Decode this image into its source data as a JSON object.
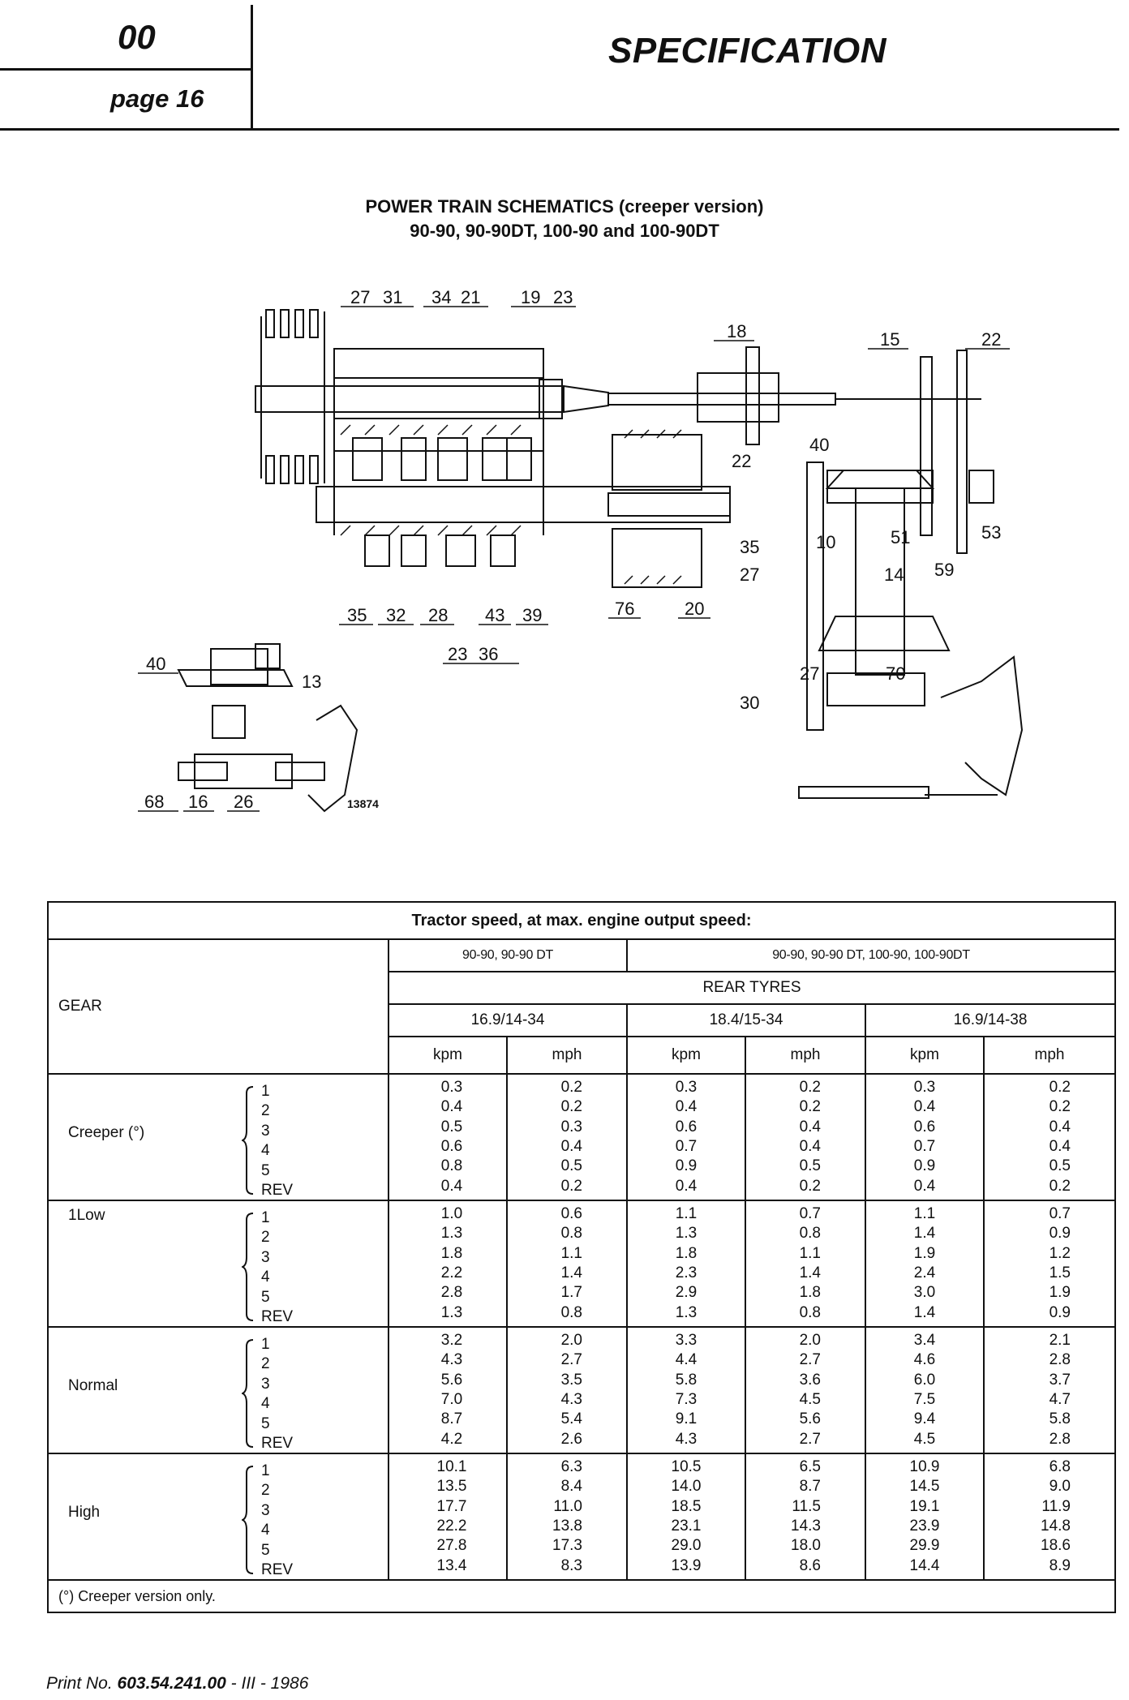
{
  "header": {
    "section": "00",
    "page": "page 16",
    "title": "SPECIFICATION"
  },
  "diagram": {
    "title_line1": "POWER TRAIN SCHEMATICS (creeper version)",
    "title_line2": "90-90, 90-90DT, 100-90 and 100-90DT",
    "figure_number": "13874",
    "callouts_top": [
      "27",
      "31",
      "34",
      "21",
      "19",
      "23",
      "18",
      "15",
      "22"
    ],
    "callouts_mid": [
      "40",
      "22",
      "10",
      "51",
      "53",
      "35",
      "27",
      "14",
      "59"
    ],
    "callouts_bottom": [
      "35",
      "32",
      "28",
      "43",
      "39",
      "76",
      "20",
      "23",
      "36",
      "27",
      "70",
      "30"
    ],
    "callouts_inset": [
      "40",
      "13",
      "68",
      "16",
      "26"
    ]
  },
  "table": {
    "title": "Tractor speed, at max. engine output speed:",
    "gear_header": "GEAR",
    "model_groups": [
      "90-90, 90-90 DT",
      "90-90, 90-90 DT, 100-90, 100-90DT"
    ],
    "rear_tyres": "REAR TYRES",
    "tyres": [
      "16.9/14-34",
      "18.4/15-34",
      "16.9/14-38"
    ],
    "units": [
      "kpm",
      "mph",
      "kpm",
      "mph",
      "kpm",
      "mph"
    ],
    "gear_steps": [
      "1",
      "2",
      "3",
      "4",
      "5",
      "REV"
    ],
    "groups": [
      {
        "name": "Creeper (°)",
        "cols": [
          [
            "0.3",
            "0.4",
            "0.5",
            "0.6",
            "0.8",
            "0.4"
          ],
          [
            "0.2",
            "0.2",
            "0.3",
            "0.4",
            "0.5",
            "0.2"
          ],
          [
            "0.3",
            "0.4",
            "0.6",
            "0.7",
            "0.9",
            "0.4"
          ],
          [
            "0.2",
            "0.2",
            "0.4",
            "0.4",
            "0.5",
            "0.2"
          ],
          [
            "0.3",
            "0.4",
            "0.6",
            "0.7",
            "0.9",
            "0.4"
          ],
          [
            "0.2",
            "0.2",
            "0.4",
            "0.4",
            "0.5",
            "0.2"
          ]
        ]
      },
      {
        "name": "1Low",
        "cols": [
          [
            "1.0",
            "1.3",
            "1.8",
            "2.2",
            "2.8",
            "1.3"
          ],
          [
            "0.6",
            "0.8",
            "1.1",
            "1.4",
            "1.7",
            "0.8"
          ],
          [
            "1.1",
            "1.3",
            "1.8",
            "2.3",
            "2.9",
            "1.3"
          ],
          [
            "0.7",
            "0.8",
            "1.1",
            "1.4",
            "1.8",
            "0.8"
          ],
          [
            "1.1",
            "1.4",
            "1.9",
            "2.4",
            "3.0",
            "1.4"
          ],
          [
            "0.7",
            "0.9",
            "1.2",
            "1.5",
            "1.9",
            "0.9"
          ]
        ]
      },
      {
        "name": "Normal",
        "cols": [
          [
            "3.2",
            "4.3",
            "5.6",
            "7.0",
            "8.7",
            "4.2"
          ],
          [
            "2.0",
            "2.7",
            "3.5",
            "4.3",
            "5.4",
            "2.6"
          ],
          [
            "3.3",
            "4.4",
            "5.8",
            "7.3",
            "9.1",
            "4.3"
          ],
          [
            "2.0",
            "2.7",
            "3.6",
            "4.5",
            "5.6",
            "2.7"
          ],
          [
            "3.4",
            "4.6",
            "6.0",
            "7.5",
            "9.4",
            "4.5"
          ],
          [
            "2.1",
            "2.8",
            "3.7",
            "4.7",
            "5.8",
            "2.8"
          ]
        ]
      },
      {
        "name": "High",
        "cols": [
          [
            "10.1",
            "13.5",
            "17.7",
            "22.2",
            "27.8",
            "13.4"
          ],
          [
            "6.3",
            "8.4",
            "11.0",
            "13.8",
            "17.3",
            "8.3"
          ],
          [
            "10.5",
            "14.0",
            "18.5",
            "23.1",
            "29.0",
            "13.9"
          ],
          [
            "6.5",
            "8.7",
            "11.5",
            "14.3",
            "18.0",
            "8.6"
          ],
          [
            "10.9",
            "14.5",
            "19.1",
            "23.9",
            "29.9",
            "14.4"
          ],
          [
            "6.8",
            "9.0",
            "11.9",
            "14.8",
            "18.6",
            "8.9"
          ]
        ]
      }
    ],
    "footnote": "(°) Creeper version only."
  },
  "footer": {
    "prefix": "Print No. ",
    "print_no": "603.54.241.00",
    "suffix": " - III - 1986"
  }
}
